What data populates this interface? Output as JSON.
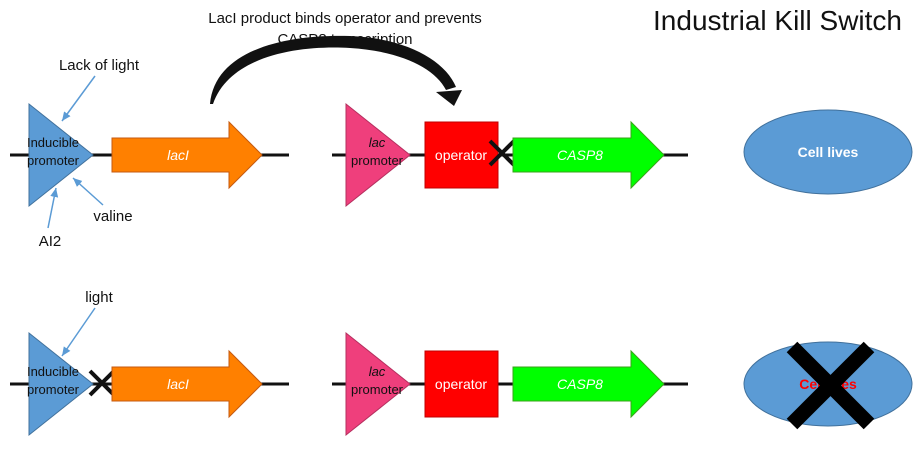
{
  "title": "Industrial Kill Switch",
  "caption": {
    "line1": "LacI product binds operator and prevents",
    "line2": "CASP8 transcription"
  },
  "signals": {
    "lack_of_light": "Lack of light",
    "valine": "valine",
    "ai2": "AI2",
    "light": "light"
  },
  "inducible_promoter": {
    "line1": "Inducible",
    "line2": "promoter"
  },
  "lac_promoter": {
    "line1": "lac",
    "line2": "promoter"
  },
  "laci_gene": "lacI",
  "operator": "operator",
  "casp8_gene": "CASP8",
  "outcomes": {
    "lives": "Cell lives",
    "dies": "Cell dies"
  },
  "colors": {
    "inducible_promoter": "#5b9bd5",
    "lac_promoter": "#ef3f7c",
    "laci_gene": "#ff8000",
    "operator": "#ff0000",
    "casp8_gene": "#00ff00",
    "cell": "#5b9bd5",
    "signal_arrow": "#5b9bd5",
    "cell_dies_text": "#ff0000"
  }
}
